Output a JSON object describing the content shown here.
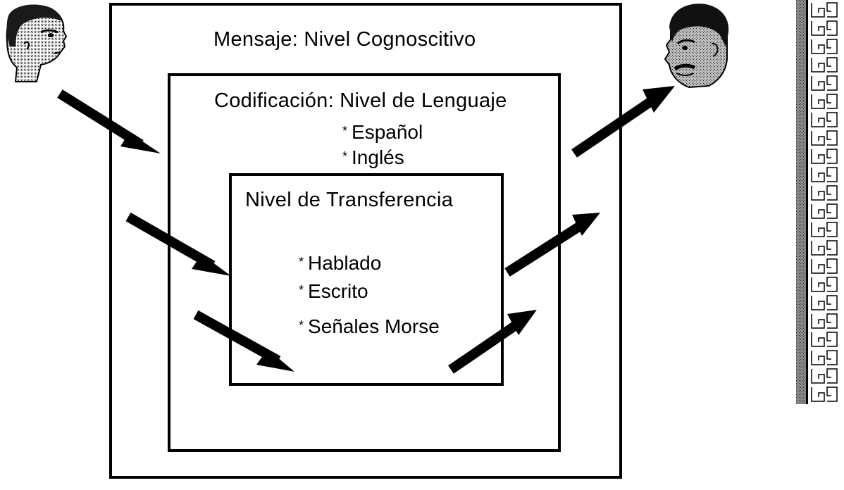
{
  "diagram": {
    "outer_level": {
      "title": "Mensaje: Nivel Cognoscitivo"
    },
    "middle_level": {
      "title": "Codificación: Nivel de Lenguaje",
      "items": [
        "Español",
        "Inglés"
      ]
    },
    "inner_level": {
      "title": "Nivel de Transferencia",
      "items": [
        "Hablado",
        "Escrito",
        "Señales Morse"
      ]
    },
    "bullet_symbol": "*"
  },
  "icons": {
    "sender": "sender-person-icon",
    "receiver": "receiver-person-icon",
    "arrows_in": 3,
    "arrows_out": 3,
    "side_decoration": "greek-key-border"
  },
  "colors": {
    "line": "#000000",
    "background": "#ffffff",
    "shading": "#9a9a9a"
  }
}
